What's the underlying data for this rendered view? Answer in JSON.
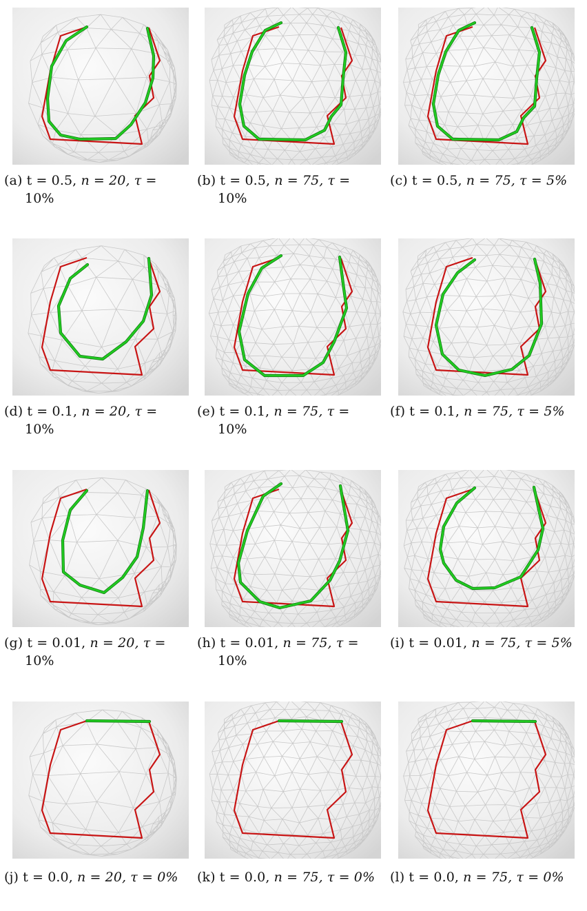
{
  "figure": {
    "panels": [
      {
        "label": "(a)",
        "t": "0.5",
        "n": "20",
        "tau": "10%",
        "mesh": "coarse",
        "caption_line1": "(a) t = 0.5, ",
        "caption_n": "n = 20, τ =",
        "caption_line2": "10%"
      },
      {
        "label": "(b)",
        "t": "0.5",
        "n": "75",
        "tau": "10%",
        "mesh": "fine",
        "caption_line1": "(b) t = 0.5, ",
        "caption_n": "n = 75, τ =",
        "caption_line2": "10%"
      },
      {
        "label": "(c)",
        "t": "0.5",
        "n": "75",
        "tau": "5%",
        "mesh": "fine",
        "caption_line1": "(c) t = 0.5, ",
        "caption_n": "n = 75, τ = 5%",
        "caption_line2": ""
      },
      {
        "label": "(d)",
        "t": "0.1",
        "n": "20",
        "tau": "10%",
        "mesh": "coarse",
        "caption_line1": "(d) t = 0.1, ",
        "caption_n": "n = 20, τ =",
        "caption_line2": "10%"
      },
      {
        "label": "(e)",
        "t": "0.1",
        "n": "75",
        "tau": "10%",
        "mesh": "fine",
        "caption_line1": "(e) t = 0.1, ",
        "caption_n": "n = 75, τ =",
        "caption_line2": "10%"
      },
      {
        "label": "(f)",
        "t": "0.1",
        "n": "75",
        "tau": "5%",
        "mesh": "fine",
        "caption_line1": "(f) t = 0.1, ",
        "caption_n": "n = 75, τ = 5%",
        "caption_line2": ""
      },
      {
        "label": "(g)",
        "t": "0.01",
        "n": "20",
        "tau": "10%",
        "mesh": "coarse",
        "caption_line1": "(g) t = 0.01, ",
        "caption_n": "n = 20, τ =",
        "caption_line2": "10%"
      },
      {
        "label": "(h)",
        "t": "0.01",
        "n": "75",
        "tau": "10%",
        "mesh": "fine",
        "caption_line1": "(h) t = 0.01, ",
        "caption_n": "n = 75, τ =",
        "caption_line2": "10%"
      },
      {
        "label": "(i)",
        "t": "0.01",
        "n": "75",
        "tau": "5%",
        "mesh": "fine",
        "caption_line1": "(i) t = 0.01, ",
        "caption_n": "n = 75, τ = 5%",
        "caption_line2": ""
      },
      {
        "label": "(j)",
        "t": "0.0",
        "n": "20",
        "tau": "0%",
        "mesh": "coarse",
        "caption_line1": "(j) t = 0.0, ",
        "caption_n": "n = 20, τ = 0%",
        "caption_line2": ""
      },
      {
        "label": "(k)",
        "t": "0.0",
        "n": "75",
        "tau": "0%",
        "mesh": "fine",
        "caption_line1": "(k) t = 0.0, ",
        "caption_n": "n = 75, τ = 0%",
        "caption_line2": ""
      },
      {
        "label": "(l)",
        "t": "0.0",
        "n": "75",
        "tau": "0%",
        "mesh": "fine",
        "caption_line1": "(l) t = 0.0, ",
        "caption_n": "n = 75, τ = 0%",
        "caption_line2": ""
      }
    ],
    "colors": {
      "input_curve": "#c81414",
      "result_curve": "#22cc22",
      "result_curve_edge": "#0f7f0f",
      "mesh_line": "#c8c8c8",
      "background_light": "#fbfbfb",
      "background_dark": "#d4d4d4"
    }
  }
}
